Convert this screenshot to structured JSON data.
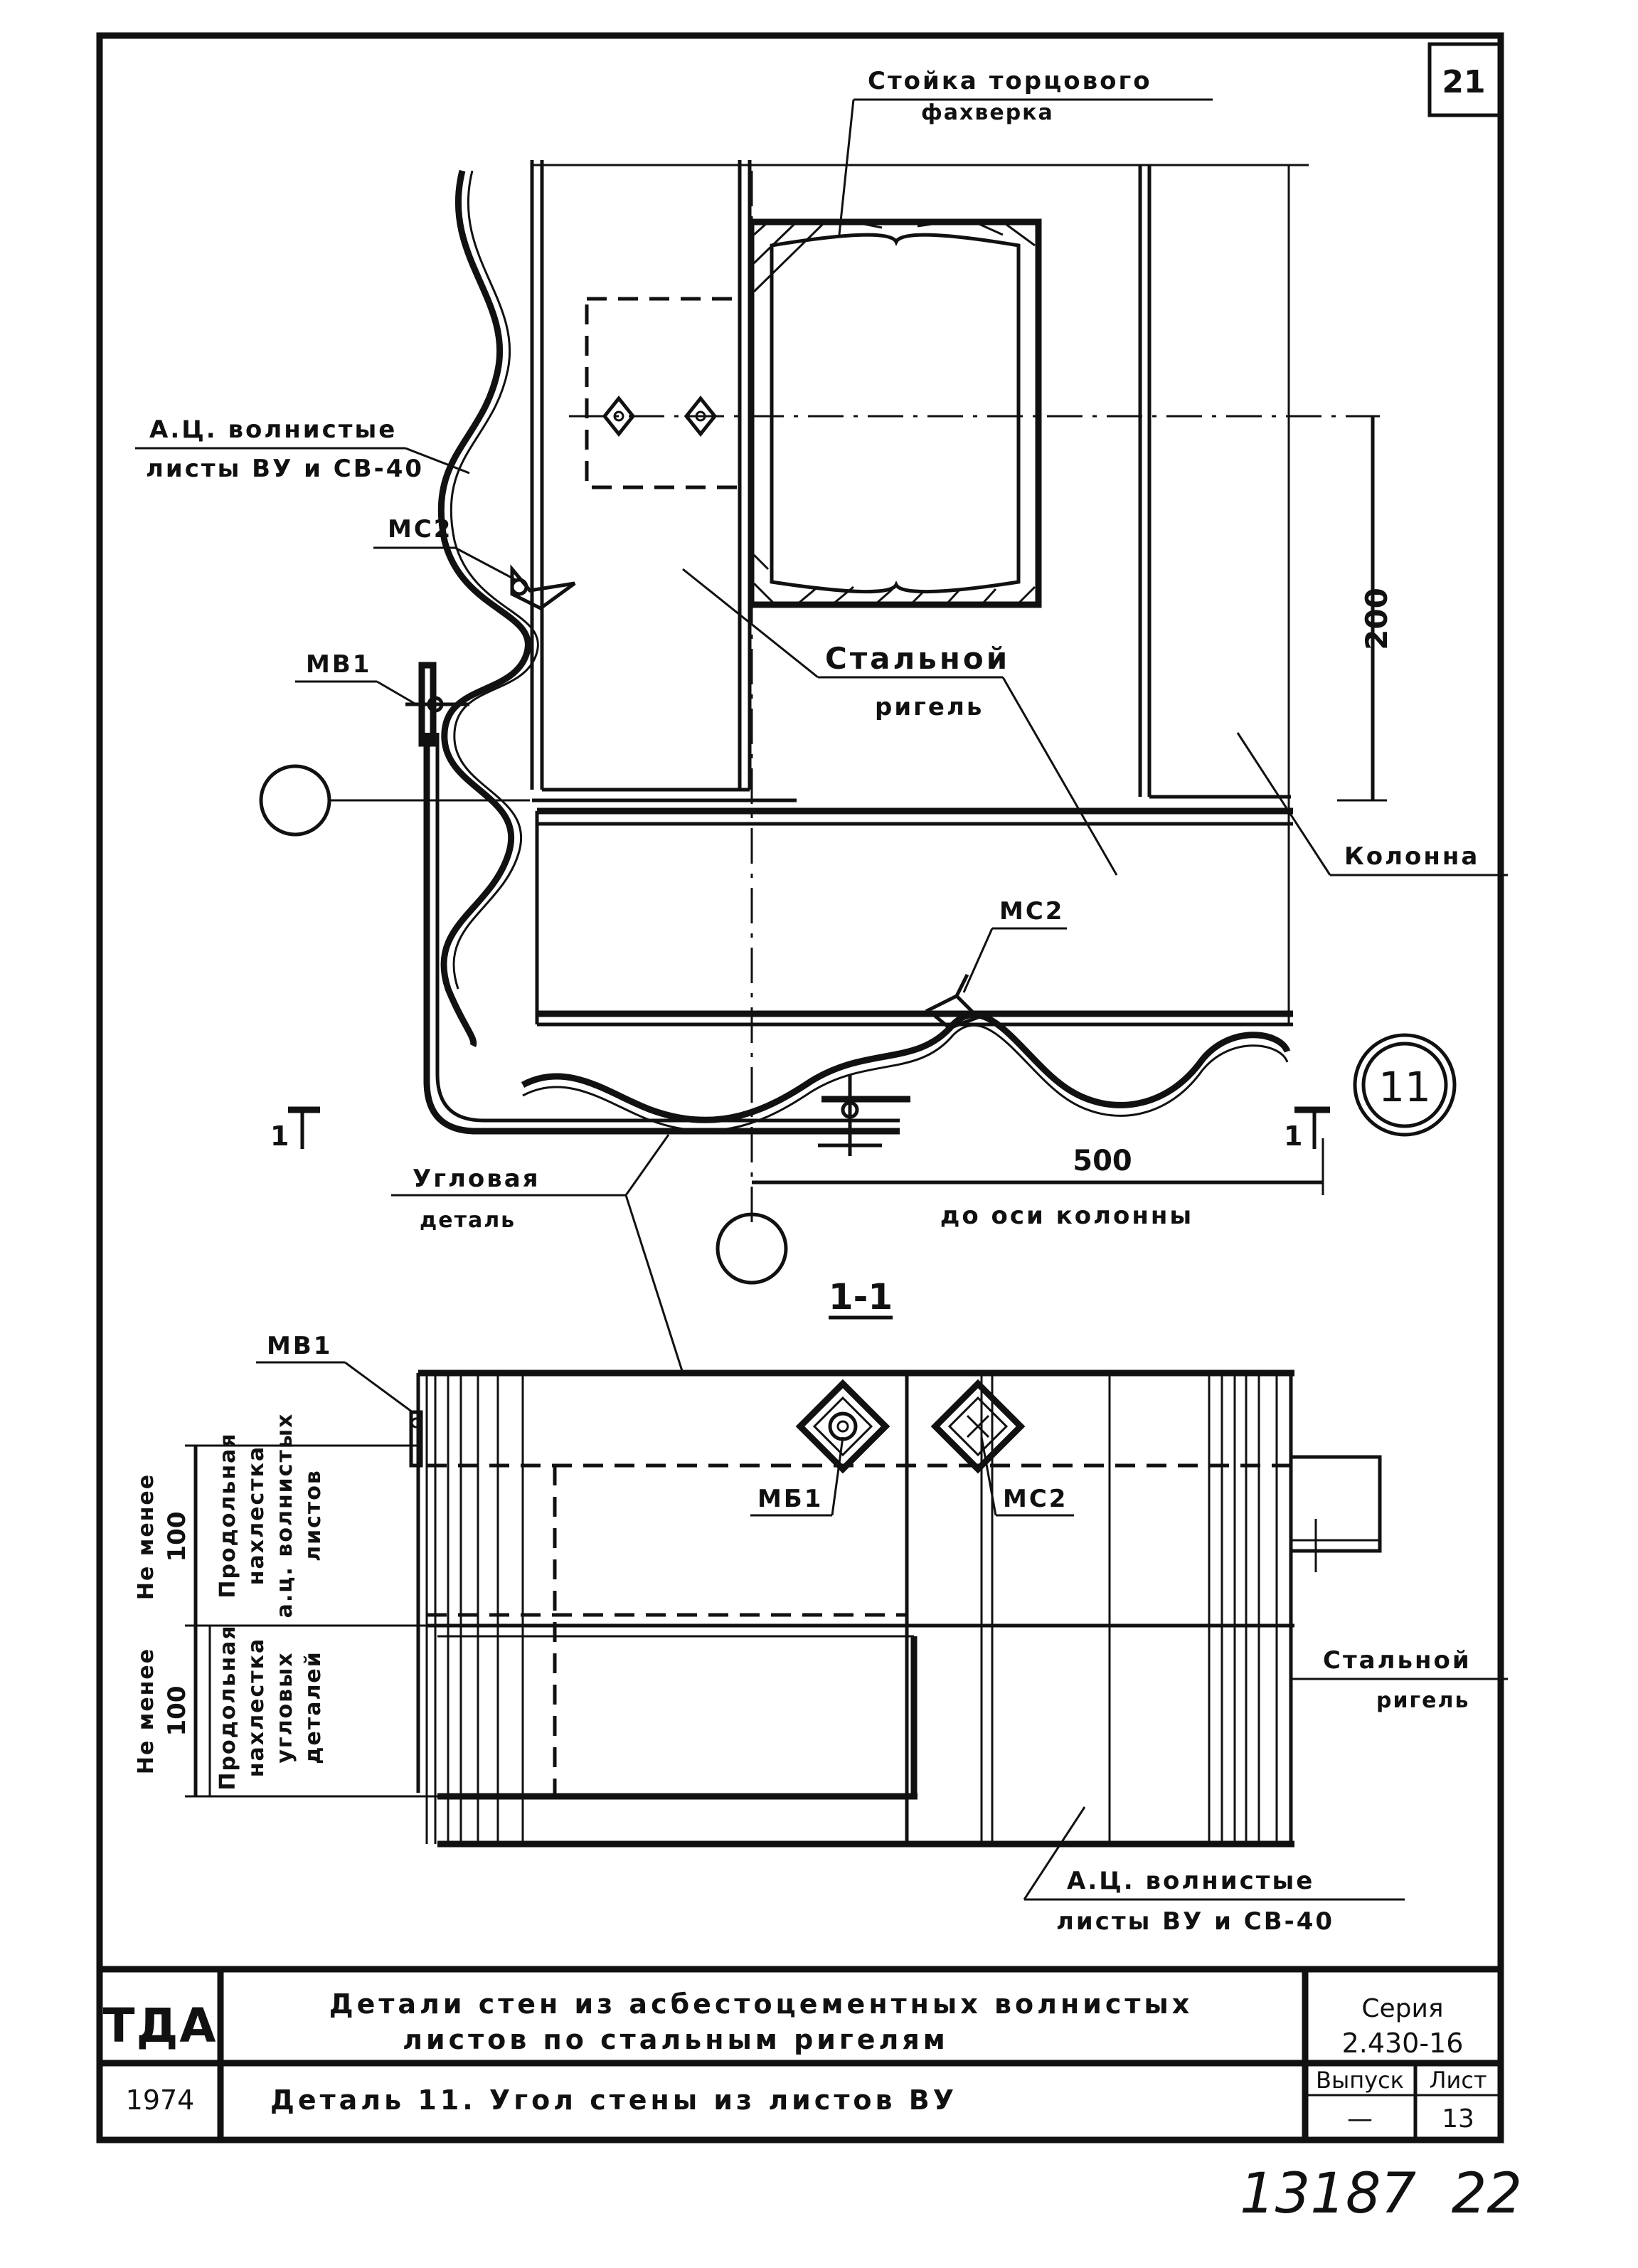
{
  "sheet": {
    "corner_number": "21",
    "bottom_handwritten": "13187  22"
  },
  "labels": {
    "stoika_line1": "Стойка торцового",
    "stoika_line2": "фахверка",
    "ats_top_line1": "А.Ц. волнистые",
    "ats_top_line2": "листы ВУ и СВ-40",
    "ms2_a": "МС2",
    "mv1_a": "МВ1",
    "rigel_line1": "Стальной",
    "rigel_line2": "ригель",
    "kolonna": "Колонна",
    "ms2_b": "МС2",
    "dim_200": "200",
    "dim_500": "500",
    "do_osi": "до оси колонны",
    "uglovaya_line1": "Угловая",
    "uglovaya_line2": "деталь",
    "section_left": "1",
    "section_right": "1",
    "node_11": "11",
    "section_title": "1-1",
    "mv1_b": "МВ1",
    "mv1_c": "МБ1",
    "ms2_c": "МС2",
    "ne_menee_1": "Не менее",
    "v100_1": "100",
    "prodol_1a": "Продольная",
    "prodol_1b": "нахлестка",
    "prodol_1c": "а.ц. волнистых",
    "prodol_1d": "листов",
    "ne_menee_2": "Не менее",
    "v100_2": "100",
    "prodol_2a": "Продольная",
    "prodol_2b": "нахлестка",
    "prodol_2c": "угловых",
    "prodol_2d": "деталей",
    "rigel2_line1": "Стальной",
    "rigel2_line2": "ригель",
    "ats_bot_line1": "А.Ц. волнистые",
    "ats_bot_line2": "листы ВУ и СВ-40"
  },
  "title_block": {
    "org": "ТДА",
    "title_line1": "Детали стен из асбестоцементных волнистых",
    "title_line2": "листов по стальным ригелям",
    "seria_label": "Серия",
    "seria_value": "2.430-16",
    "year": "1974",
    "subtitle": "Деталь 11. Угол стены из листов ВУ",
    "vypusk_label": "Выпуск",
    "vypusk_value": "—",
    "list_label": "Лист",
    "list_value": "13"
  }
}
